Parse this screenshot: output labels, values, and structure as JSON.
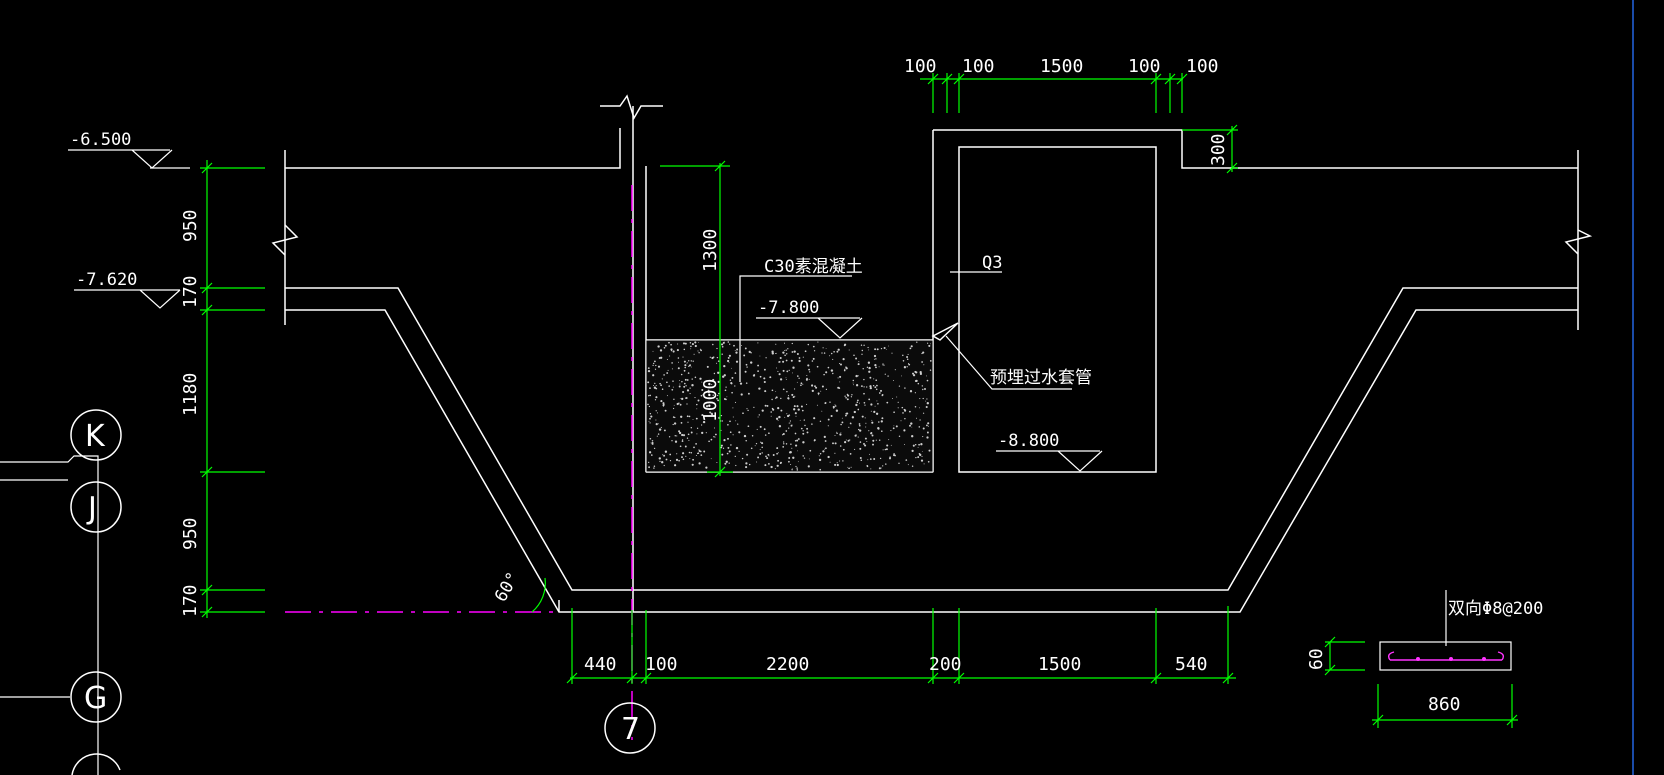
{
  "colors": {
    "background": "#000000",
    "outline": "#ffffff",
    "dimension": "#00ff00",
    "centerline": "#ff00ff"
  },
  "top_dimensions": [
    "100",
    "100",
    "1500",
    "100",
    "100"
  ],
  "elevations": {
    "e1": "-6.500",
    "e2": "-7.620",
    "e3": "-7.800",
    "e4": "-8.800"
  },
  "left_dimensions": [
    "950",
    "170",
    "1180",
    "950",
    "170"
  ],
  "inner_dimensions": {
    "d1300": "1300",
    "d1000": "1000",
    "d300": "300"
  },
  "labels": {
    "concrete": "C30素混凝土",
    "wall": "Q3",
    "pipe": "预埋过水套管",
    "angle": "60°"
  },
  "bottom_dimensions": [
    "440",
    "100",
    "2200",
    "200",
    "1500",
    "540"
  ],
  "grid_axes": [
    "K",
    "J",
    "G",
    "7"
  ],
  "detail": {
    "rebar": "双向Φ8@200",
    "thickness": "60",
    "width": "860"
  }
}
